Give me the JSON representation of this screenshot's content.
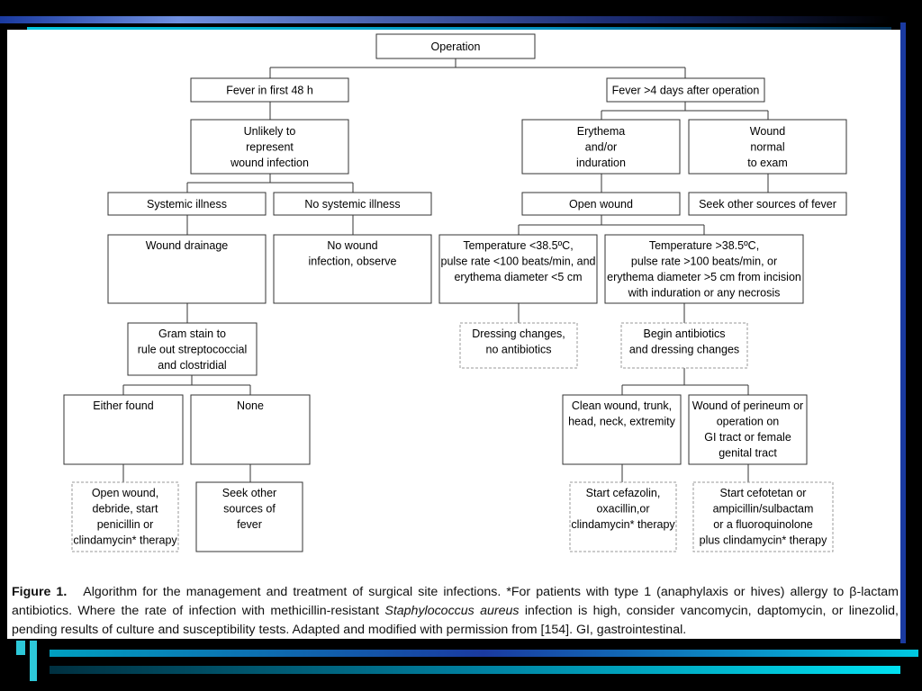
{
  "flowchart": {
    "operation": "Operation",
    "fever_48h": "Fever in first 48 h",
    "fever_4days": "Fever >4 days after operation",
    "unlikely": [
      "Unlikely to",
      "represent",
      "wound infection"
    ],
    "erythema": [
      "Erythema",
      "and/or",
      "induration"
    ],
    "wound_normal": [
      "Wound",
      "normal",
      "to exam"
    ],
    "systemic": "Systemic illness",
    "no_systemic": "No systemic illness",
    "open_wound": "Open wound",
    "seek_other_1": "Seek other sources of fever",
    "wound_drainage": "Wound drainage",
    "no_wound_infection": [
      "No wound",
      "infection, observe"
    ],
    "temp_low": [
      "Temperature <38.5ºC,",
      "pulse rate <100 beats/min, and",
      "erythema diameter <5 cm"
    ],
    "temp_high": [
      "Temperature >38.5ºC,",
      "pulse rate >100 beats/min, or",
      "erythema diameter >5 cm from incision",
      "with induration or any necrosis"
    ],
    "gram_stain": [
      "Gram stain to",
      "rule out streptococcial",
      "and clostridial"
    ],
    "dressing": [
      "Dressing changes,",
      "no antibiotics"
    ],
    "begin_antibiotics": [
      "Begin antibiotics",
      "and dressing changes"
    ],
    "either_found": "Either found",
    "none": "None",
    "clean_wound": [
      "Clean wound, trunk,",
      "head, neck, extremity"
    ],
    "perineum": [
      "Wound of perineum or",
      "operation on",
      "GI tract or female",
      "genital tract"
    ],
    "open_debride": [
      "Open wound,",
      "debride, start",
      "penicillin or",
      "clindamycin* therapy"
    ],
    "seek_other_2": [
      "Seek other",
      "sources of",
      "fever"
    ],
    "cefazolin": [
      "Start cefazolin,",
      "oxacillin,or",
      "clindamycin* therapy"
    ],
    "cefotetan": [
      "Start cefotetan or",
      "ampicillin/sulbactam",
      "or a fluoroquinolone",
      "plus clindamycin* therapy"
    ]
  },
  "caption": {
    "label": "Figure 1.",
    "text_before": "Algorithm for the management and treatment of surgical site infections. *For patients with type 1 (anaphylaxis or hives) allergy to β-lactam antibiotics. Where the rate of infection with methicillin-resistant ",
    "italic": "Staphylococcus aureus",
    "text_after": " infection is high, consider vancomycin, daptomycin, or linezolid, pending results of culture and susceptibility tests. Adapted and modified with permission from [154]. GI, gastrointestinal."
  }
}
